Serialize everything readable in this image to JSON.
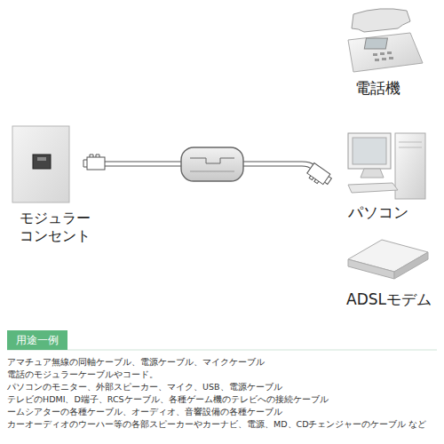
{
  "diagram": {
    "nodes": [
      {
        "text": [
          "用途一例"
        ]
      }
    ],
    "labels": [
      "電話機",
      "モジュラー コンセント",
      "パソコン",
      "ADSLモデム",
      "アマチュア無線の同軸ケーブル、電源ケーブル、マイクケーブル",
      "電話のモジュラーケーブルやコード。",
      "パソコンのモニター、外部スピーカー、マイク、USB、電源ケーブル",
      "テレビのHDMI、D端子、RCSケーブル、各種ゲーム機のテレビへの接続ケーブル",
      "ームシアターの各種ケーブル、オーディオ、音響設備の各種ケーブル",
      "カーオーディオのウーハー等の各部スピーカーやカーナビ、電源、MD、CDチェンジャーのケーブル など"
    ]
  }
}
